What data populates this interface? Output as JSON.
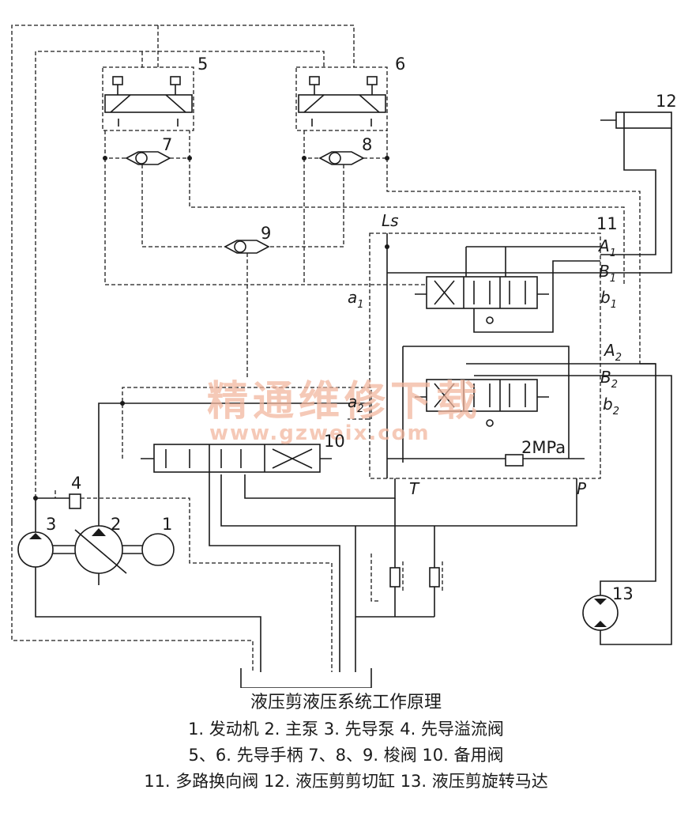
{
  "labels": {
    "n1": "1",
    "n2": "2",
    "n3": "3",
    "n4": "4",
    "n5": "5",
    "n6": "6",
    "n7": "7",
    "n8": "8",
    "n9": "9",
    "n10": "10",
    "n11": "11",
    "n12": "12",
    "n13": "13"
  },
  "ports": {
    "ls": "Ls",
    "a1_cap": "A",
    "a1_sub": "1",
    "b1_cap": "B",
    "b1_sub": "1",
    "a2_cap": "A",
    "a2_sub": "2",
    "b2_cap": "B",
    "b2_sub": "2",
    "la1": "a",
    "la1_sub": "1",
    "la2": "a",
    "la2_sub": "2",
    "lb1": "b",
    "lb1_sub": "1",
    "lb2": "b",
    "lb2_sub": "2",
    "t": "T",
    "p": "P",
    "pressure": "2MPa"
  },
  "watermark": {
    "cn": "精通维修下载",
    "url": "www.gzweix.com"
  },
  "caption": {
    "title": "液压剪液压系统工作原理",
    "line1": "1. 发动机  2. 主泵  3. 先导泵  4. 先导溢流阀",
    "line2": "5、6. 先导手柄  7、8、9. 梭阀  10. 备用阀",
    "line3": "11. 多路换向阀  12. 液压剪剪切缸  13. 液压剪旋转马达"
  }
}
